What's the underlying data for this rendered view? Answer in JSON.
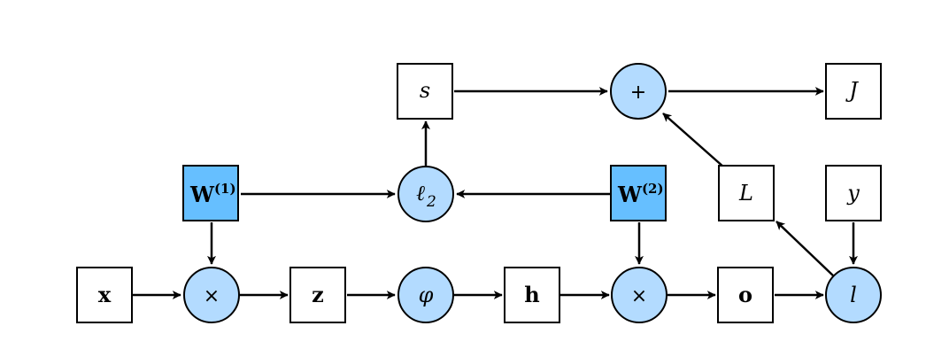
{
  "nodes": {
    "x": {
      "label": "x"
    },
    "z": {
      "label": "z"
    },
    "h": {
      "label": "h"
    },
    "o": {
      "label": "o"
    },
    "s": {
      "label": "s"
    },
    "J": {
      "label": "J"
    },
    "L": {
      "label": "L"
    },
    "y": {
      "label": "y"
    },
    "W1": {
      "label": "W",
      "superscript": "(1)"
    },
    "W2": {
      "label": "W",
      "superscript": "(2)"
    },
    "mul1": {
      "label": "×"
    },
    "mul2": {
      "label": "×"
    },
    "phi": {
      "label": "φ"
    },
    "plus": {
      "label": "+"
    },
    "l2": {
      "label": "ℓ",
      "subscript": "2"
    },
    "l": {
      "label": "l"
    }
  },
  "colors": {
    "parameter_fill": "#66bfff",
    "operator_fill": "#b3dbff",
    "variable_fill": "#ffffff",
    "stroke": "#000000"
  }
}
